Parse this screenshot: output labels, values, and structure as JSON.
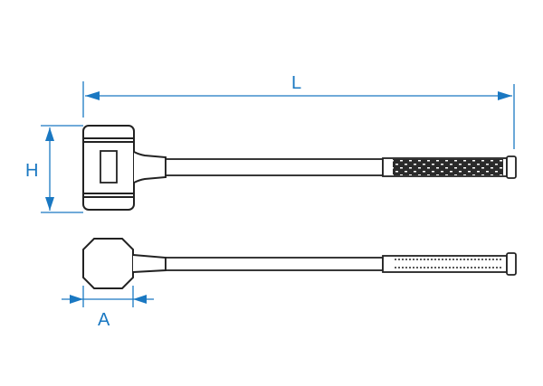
{
  "diagram": {
    "type": "technical-drawing",
    "subject": "sledge hammer with grip handle",
    "views": [
      "side view",
      "top view"
    ],
    "colors": {
      "outline": "#222222",
      "dimension": "#1a78c2",
      "background": "#ffffff"
    },
    "dimensions": {
      "length_label": "L",
      "height_label": "H",
      "width_label": "A"
    }
  }
}
